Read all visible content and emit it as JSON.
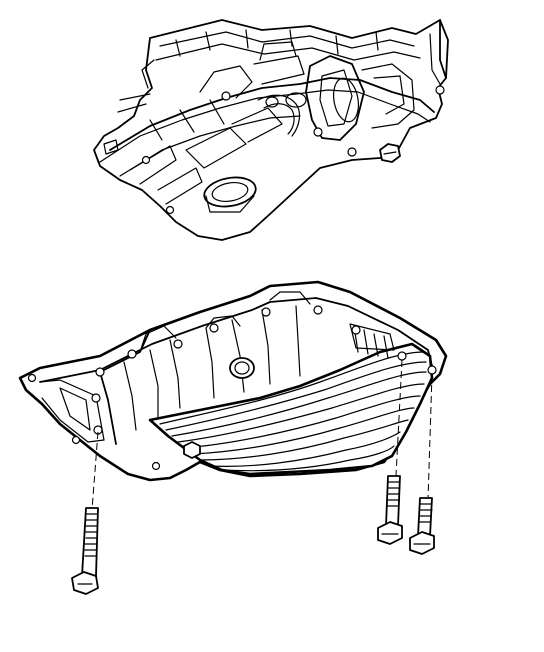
{
  "diagram": {
    "parts": [
      {
        "id": "engine-block",
        "icon": "engine-block-icon"
      },
      {
        "id": "oil-pan",
        "icon": "oil-pan-icon"
      },
      {
        "id": "pan-bolt-left",
        "icon": "bolt-icon"
      },
      {
        "id": "pan-bolt-right-inner",
        "icon": "bolt-icon"
      },
      {
        "id": "pan-bolt-right-outer",
        "icon": "bolt-icon"
      }
    ],
    "colors": {
      "line": "#000000",
      "background": "#ffffff"
    }
  }
}
